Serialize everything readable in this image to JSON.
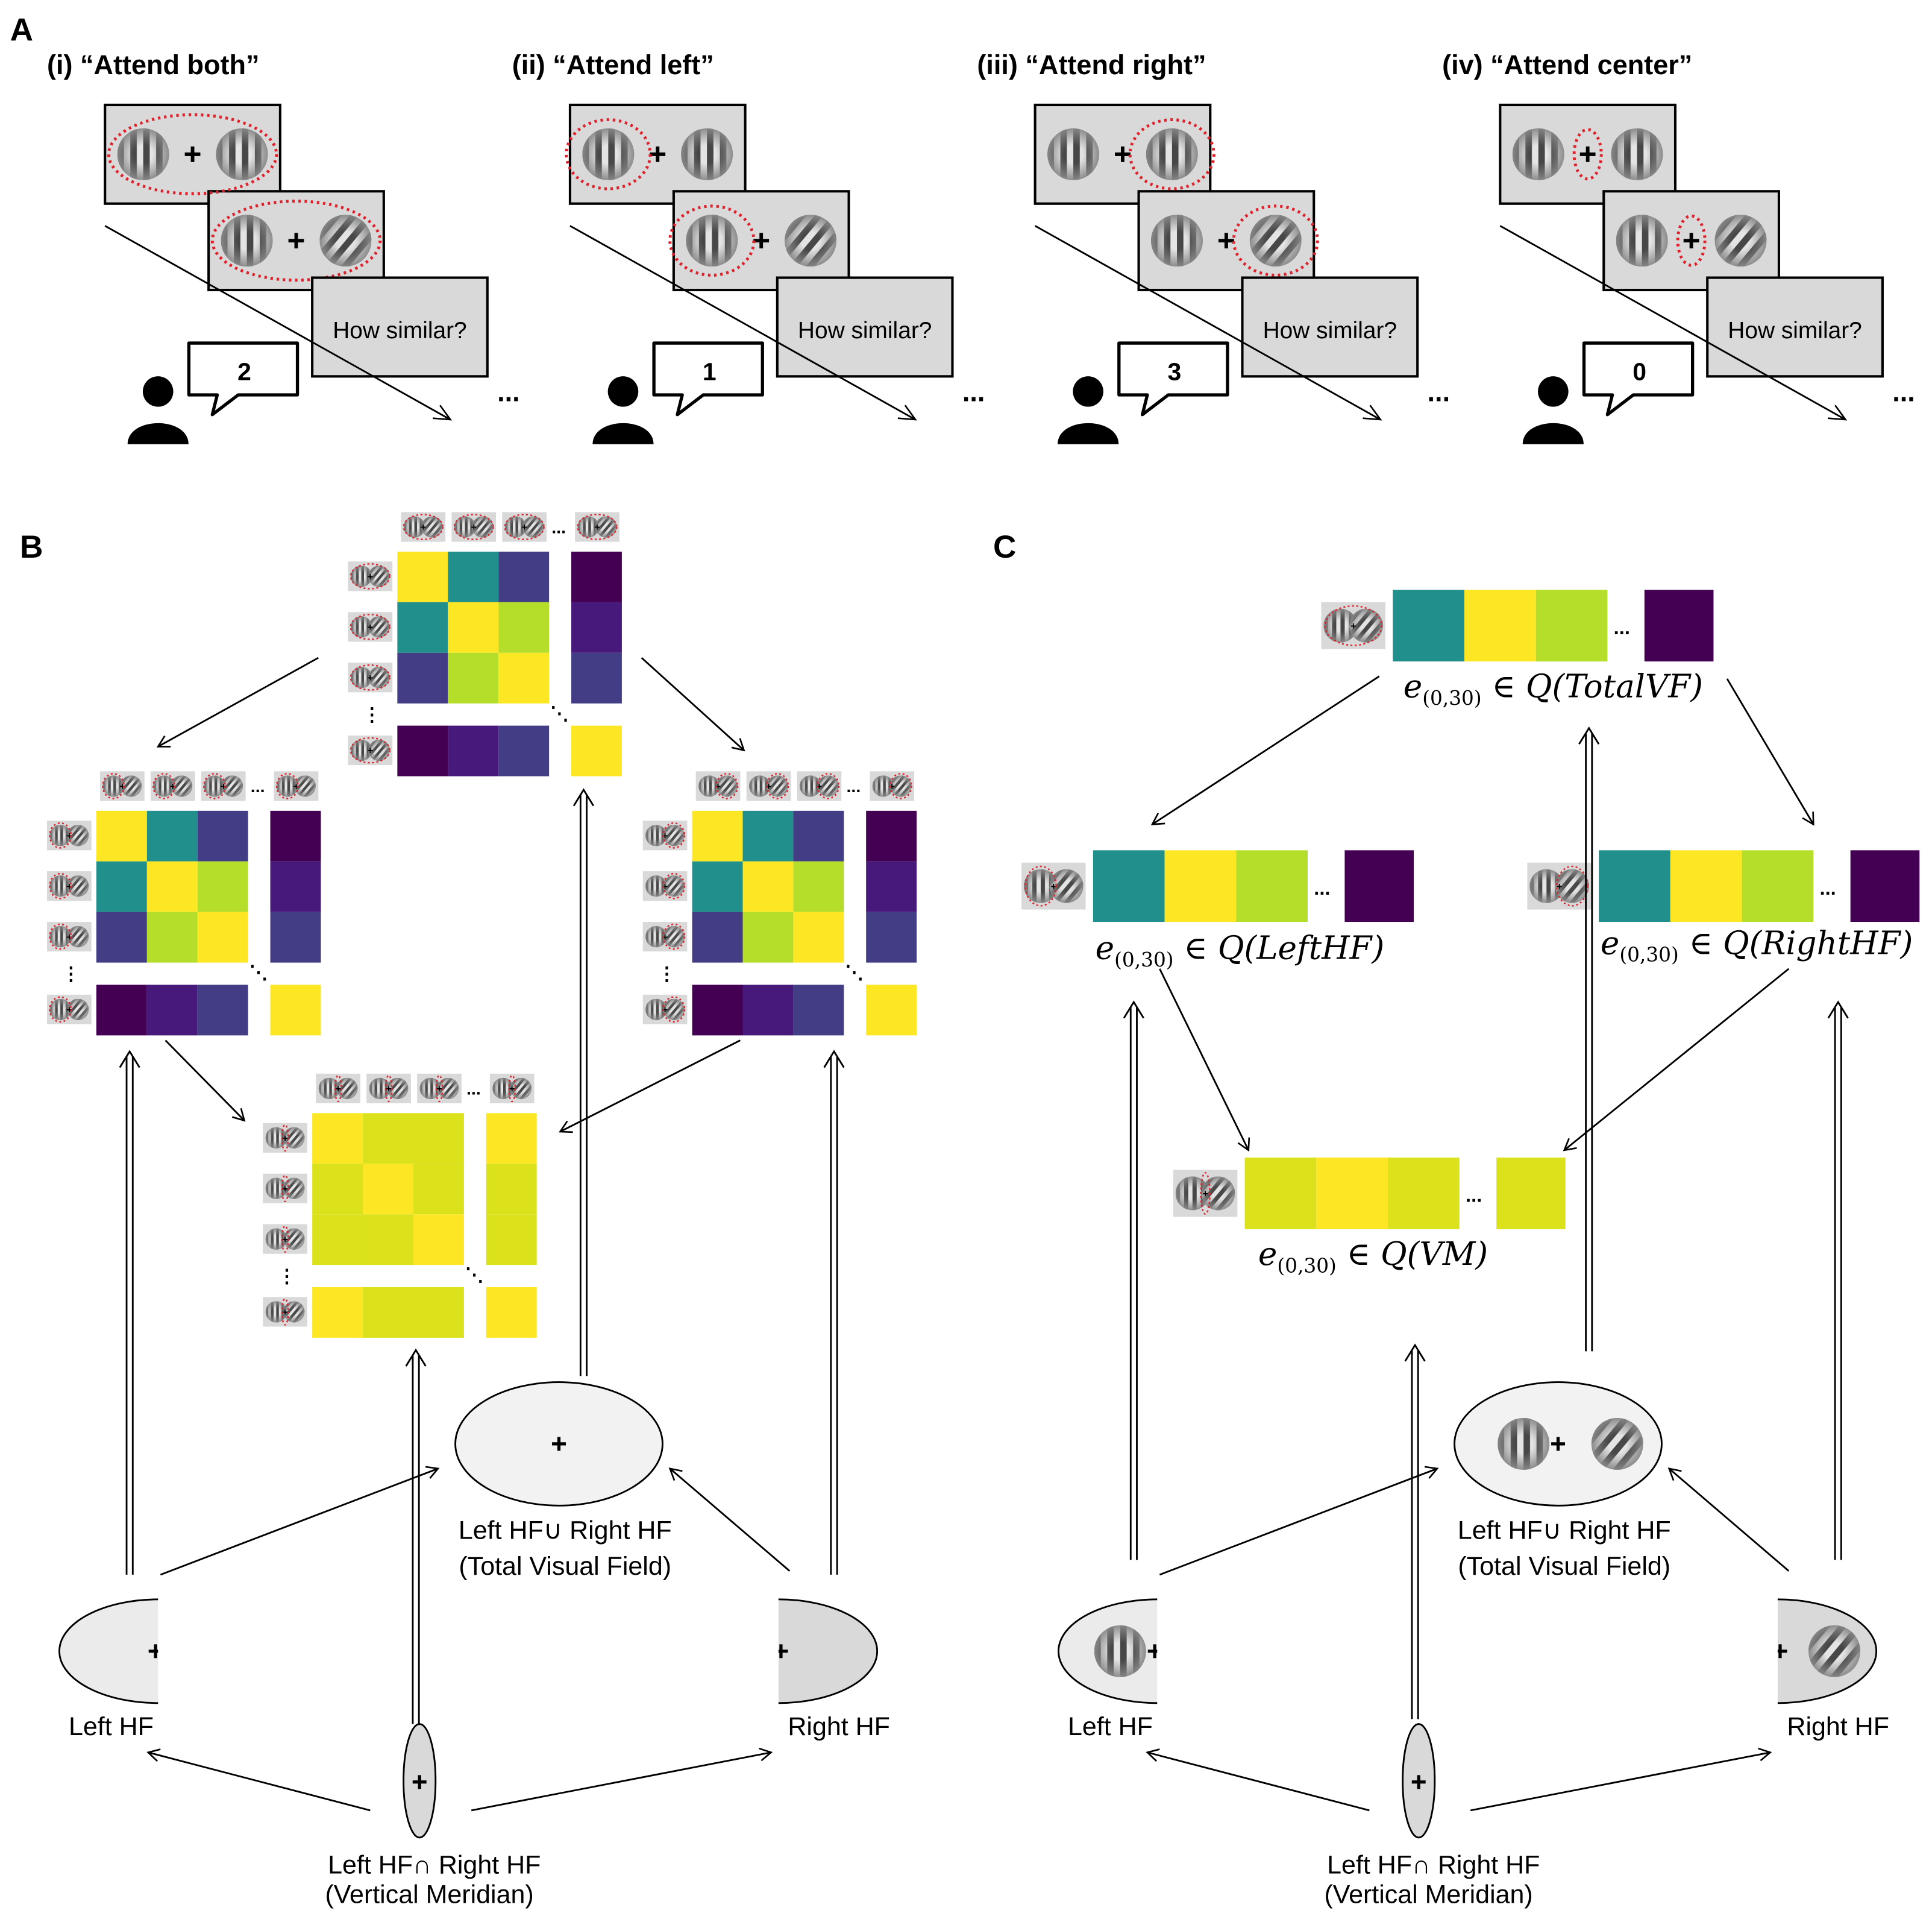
{
  "panel_labels": {
    "a": "A",
    "b": "B",
    "c": "C"
  },
  "conditions": [
    {
      "title": "(i) “Attend both”",
      "prompt": "How similar?",
      "rating": "2",
      "ellipsis": "..."
    },
    {
      "title": "(ii) “Attend left”",
      "prompt": "How similar?",
      "rating": "1",
      "ellipsis": "..."
    },
    {
      "title": "(iii) “Attend right”",
      "prompt": "How similar?",
      "rating": "3",
      "ellipsis": "..."
    },
    {
      "title": "(iv) “Attend center”",
      "prompt": "How similar?",
      "rating": "0",
      "ellipsis": "..."
    }
  ],
  "fields": {
    "left": "Left HF",
    "right": "Right HF",
    "union": "Left HF∪ Right HF",
    "union_sub": "(Total Visual Field)",
    "intersection": "Left HF∩ Right HF",
    "intersection_sub": "(Vertical Meridian)"
  },
  "embeddings": {
    "total": "e(0,30) ∈ Q(TotalVF)",
    "left": "e(0,30) ∈ Q(LeftHF)",
    "right": "e(0,30) ∈ Q(RightHF)",
    "vm": "e(0,30) ∈ Q(VM)"
  },
  "matrix_ellipsis": {
    "horizontal": "...",
    "vertical": "⋮",
    "diagonal": "⋱"
  },
  "colors": {
    "dark_purple": "#440154",
    "purple": "#46197a",
    "indigo": "#433d85",
    "teal": "#21908c",
    "lime": "#b5de2b",
    "yellow": "#fde725",
    "yellow_green": "#dbe21c",
    "annotation_red": "#e0212b",
    "panel_gray": "#d9d9d9"
  },
  "matrices": {
    "full": [
      [
        "yellow",
        "teal",
        "indigo",
        "dark_purple"
      ],
      [
        "teal",
        "yellow",
        "lime",
        "purple"
      ],
      [
        "indigo",
        "lime",
        "yellow",
        "indigo"
      ],
      [
        "dark_purple",
        "purple",
        "indigo",
        "yellow"
      ]
    ],
    "vm": [
      [
        "yellow",
        "yellow_green",
        "yellow_green",
        "yellow"
      ],
      [
        "yellow_green",
        "yellow",
        "yellow_green",
        "yellow_green"
      ],
      [
        "yellow_green",
        "yellow_green",
        "yellow",
        "yellow_green"
      ],
      [
        "yellow",
        "yellow_green",
        "yellow_green",
        "yellow"
      ]
    ]
  },
  "vectors": {
    "total": [
      "teal",
      "yellow",
      "lime",
      "dark_purple"
    ],
    "left": [
      "teal",
      "yellow",
      "lime",
      "dark_purple"
    ],
    "right": [
      "teal",
      "yellow",
      "lime",
      "dark_purple"
    ],
    "vm": [
      "yellow_green",
      "yellow",
      "yellow_green",
      "yellow_green"
    ]
  },
  "icons": [
    "person-icon",
    "speech-bubble-icon",
    "fixation-cross-icon",
    "gabor-patch-icon",
    "arrow-icon"
  ]
}
